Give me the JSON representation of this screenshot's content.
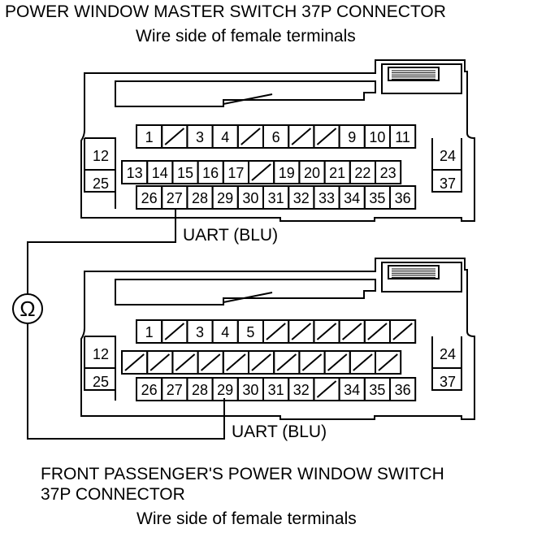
{
  "top_title": "POWER WINDOW MASTER SWITCH 37P CONNECTOR",
  "top_subtitle": "Wire side of female terminals",
  "bottom_title_line1": "FRONT PASSENGER'S POWER WINDOW SWITCH",
  "bottom_title_line2": "37P CONNECTOR",
  "bottom_subtitle": "Wire side of female terminals",
  "meter_symbol": "Ω",
  "top_connector": {
    "wire_label": "UART (BLU)",
    "probe_pin": "27",
    "row1": [
      "1",
      "",
      "3",
      "4",
      "",
      "6",
      "",
      "",
      "9",
      "10",
      "11"
    ],
    "row2": [
      "13",
      "14",
      "15",
      "16",
      "17",
      "",
      "19",
      "20",
      "21",
      "22",
      "23"
    ],
    "row3": [
      "26",
      "27",
      "28",
      "29",
      "30",
      "31",
      "32",
      "33",
      "34",
      "35",
      "36"
    ],
    "left_pins": [
      "12",
      "25"
    ],
    "right_pins": [
      "24",
      "37"
    ]
  },
  "bottom_connector": {
    "wire_label": "UART (BLU)",
    "probe_pin": "29",
    "row1": [
      "1",
      "",
      "3",
      "4",
      "5",
      "",
      "",
      "",
      "",
      "",
      ""
    ],
    "row2": [
      "",
      "",
      "",
      "",
      "",
      "",
      "",
      "",
      "",
      "",
      ""
    ],
    "row3": [
      "26",
      "27",
      "28",
      "29",
      "30",
      "31",
      "32",
      "",
      "34",
      "35",
      "36"
    ],
    "left_pins": [
      "12",
      "25"
    ],
    "right_pins": [
      "24",
      "37"
    ]
  }
}
